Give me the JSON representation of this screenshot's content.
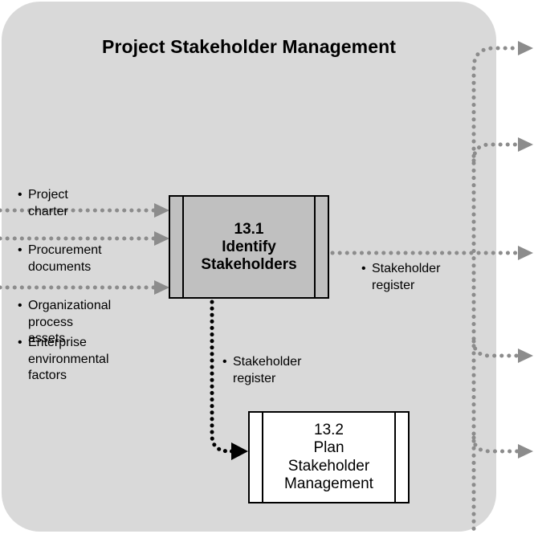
{
  "title": "Project Stakeholder Management",
  "process_1": {
    "number": "13.1",
    "name_line1": "Identify",
    "name_line2": "Stakeholders"
  },
  "process_2": {
    "number": "13.2",
    "name_line1": "Plan",
    "name_line2": "Stakeholder",
    "name_line3": "Management"
  },
  "inputs": [
    "Project charter",
    "Procurement\ndocuments",
    "Organizational\nprocess assets",
    "Enterprise\nenvironmental\nfactors"
  ],
  "output_right": "Stakeholder\nregister",
  "output_down": "Stakeholder\nregister",
  "bullet": "•",
  "colors": {
    "panel": "#d9d9d9",
    "process_1_fill": "#c0c0c0",
    "process_2_fill": "#ffffff",
    "flow_gray": "#8c8c8c",
    "flow_black": "#000000"
  }
}
